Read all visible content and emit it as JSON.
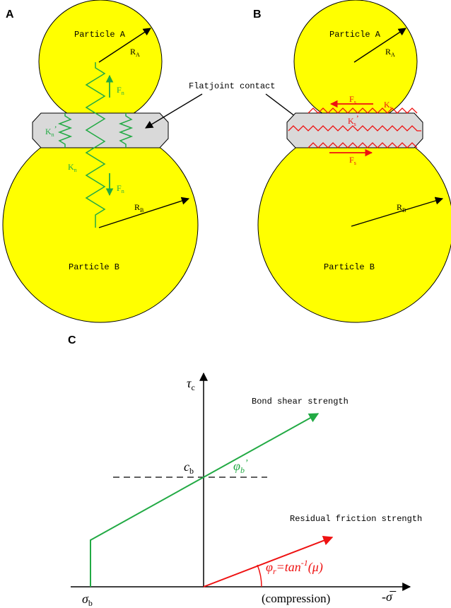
{
  "panels": {
    "a": {
      "letter": "A",
      "particle_top": "Particle A",
      "particle_bottom": "Particle B",
      "radius_top": {
        "main": "R",
        "sub": "A"
      },
      "radius_bottom": {
        "main": "R",
        "sub": "B"
      },
      "force_upper": {
        "main": "F",
        "sub": "n"
      },
      "force_lower": {
        "main": "F",
        "sub": "n"
      },
      "stiffness_left": {
        "main": "K",
        "sub": "n",
        "prime": "’"
      },
      "stiffness_lower": {
        "main": "K",
        "sub": "n"
      }
    },
    "callout": "Flatjoint contact",
    "b": {
      "letter": "B",
      "particle_top": "Particle A",
      "particle_bottom": "Particle B",
      "radius_top": {
        "main": "R",
        "sub": "A"
      },
      "radius_bottom": {
        "main": "R",
        "sub": "B"
      },
      "force_upper": {
        "main": "F",
        "sub": "s"
      },
      "force_lower": {
        "main": "F",
        "sub": "s"
      },
      "stiffness_top": {
        "main": "K",
        "sub": "s"
      },
      "stiffness_mid": {
        "main": "K",
        "sub": "s",
        "prime": "’"
      }
    },
    "c": {
      "letter": "C",
      "y_axis_label": {
        "main": "τ",
        "sub": "c"
      },
      "x_axis_label": "-σ̅",
      "compression_label": "(compression)",
      "sigma_b": {
        "main": "σ",
        "sub": "b"
      },
      "c_b": {
        "main": "c",
        "sub": "b"
      },
      "bond_label": "Bond shear strength",
      "phi_b": {
        "main": "φ",
        "sub": "b",
        "prime": "’"
      },
      "residual_label": "Residual friction strength",
      "phi_r": {
        "main": "φ",
        "sub": "r",
        "rest": "=tan",
        "sup": "-1",
        "tail": "(μ)"
      }
    }
  },
  "colors": {
    "particle_fill": "#ffff00",
    "joint_fill": "#d9d9d9",
    "normal_spring": "#22aa44",
    "shear_spring": "#ee1111",
    "bond_line": "#22aa44",
    "residual_line": "#ee1111"
  }
}
